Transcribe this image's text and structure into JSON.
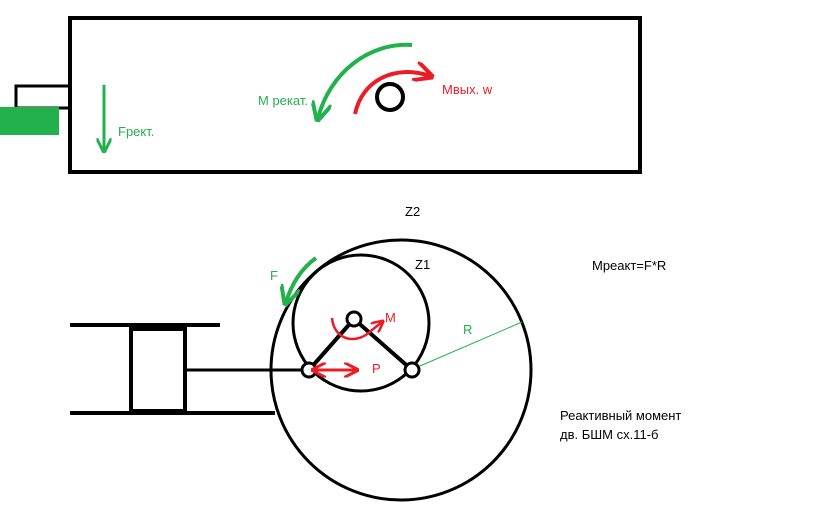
{
  "colors": {
    "stroke": "#000000",
    "green": "#22b14c",
    "red": "#ed1c24",
    "background": "#ffffff"
  },
  "top_view": {
    "label_f_rect": "Fрект.",
    "label_m_react": "M рекат.",
    "label_m_out": "Mвых. w"
  },
  "bottom_view": {
    "label_z2": "Z2",
    "label_z1": "Z1",
    "label_f": "F",
    "label_m": "M",
    "label_p": "P",
    "label_r": "R"
  },
  "notes": {
    "formula": "Мреакт=F*R",
    "caption_line1": "Реактивный момент",
    "caption_line2": "дв. БШМ сх.11-б"
  }
}
